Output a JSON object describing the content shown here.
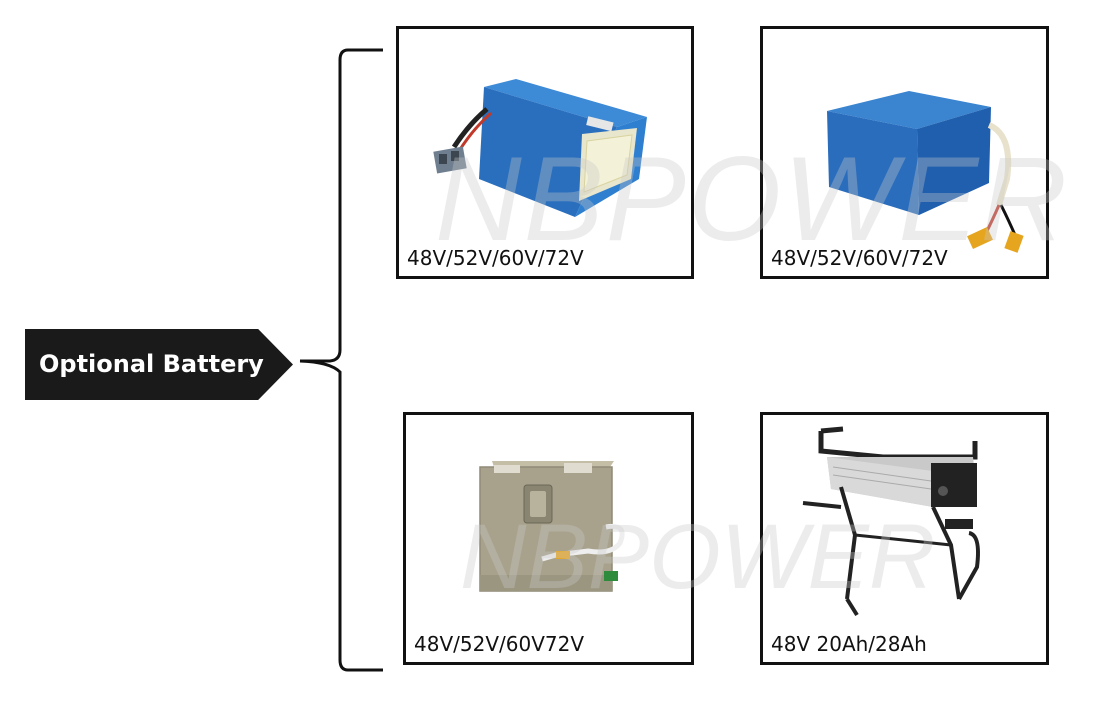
{
  "label": {
    "text": "Optional Battery"
  },
  "watermark": "NBPOWER",
  "cards": [
    {
      "caption": "48V/52V/60V/72V",
      "product": "blue-battery-pack-with-connector"
    },
    {
      "caption": "48V/52V/60V/72V",
      "product": "blue-battery-pack-with-xt60-leads"
    },
    {
      "caption": "48V/52V/60V72V",
      "product": "steel-case-battery"
    },
    {
      "caption": "48V  20Ah/28Ah",
      "product": "rear-rack-battery"
    }
  ],
  "colors": {
    "tag_bg": "#1a1a1a",
    "pack_blue": "#2a73c8",
    "steel": "#a9a48f"
  }
}
